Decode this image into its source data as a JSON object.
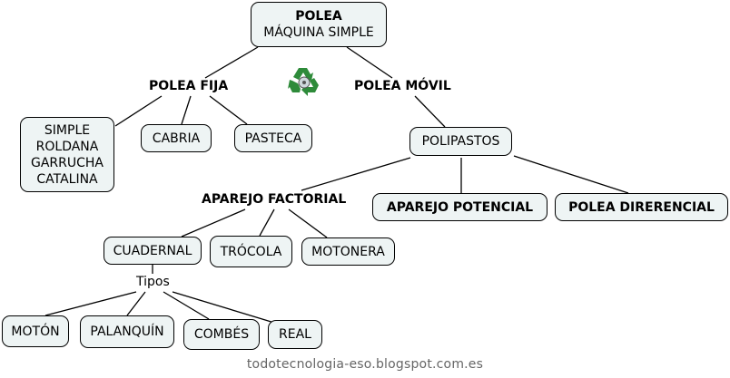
{
  "root": {
    "title": "POLEA",
    "subtitle": "MÁQUINA SIMPLE"
  },
  "polea_fija": {
    "label": "POLEA FIJA",
    "simple_lines": [
      "SIMPLE",
      "ROLDANA",
      "GARRUCHA",
      "CATALINA"
    ],
    "cabria": "CABRIA",
    "pasteca": "PASTECA"
  },
  "polea_movil": {
    "label": "POLEA MÓVIL",
    "polipastos": "POLIPASTOS",
    "aparejo_factorial": "APAREJO FACTORIAL",
    "aparejo_potencial": "APAREJO POTENCIAL",
    "polea_diferencial": "POLEA DIRERENCIAL"
  },
  "factorial": {
    "cuadernal": "CUADERNAL",
    "trocola": "TRÓCOLA",
    "motonera": "MOTONERA",
    "tipos": "Tipos"
  },
  "tipos": {
    "moton": "MOTÓN",
    "palanquin": "PALANQUÍN",
    "combes": "COMBÉS",
    "real": "REAL"
  },
  "footer": "todotecnologia-eso.blogspot.com.es",
  "colors": {
    "node_fill": "#eef4f4",
    "border": "#000000",
    "icon": "#2e8b3a",
    "footer_text": "#666666"
  },
  "icons": [
    "recycle-icon"
  ]
}
